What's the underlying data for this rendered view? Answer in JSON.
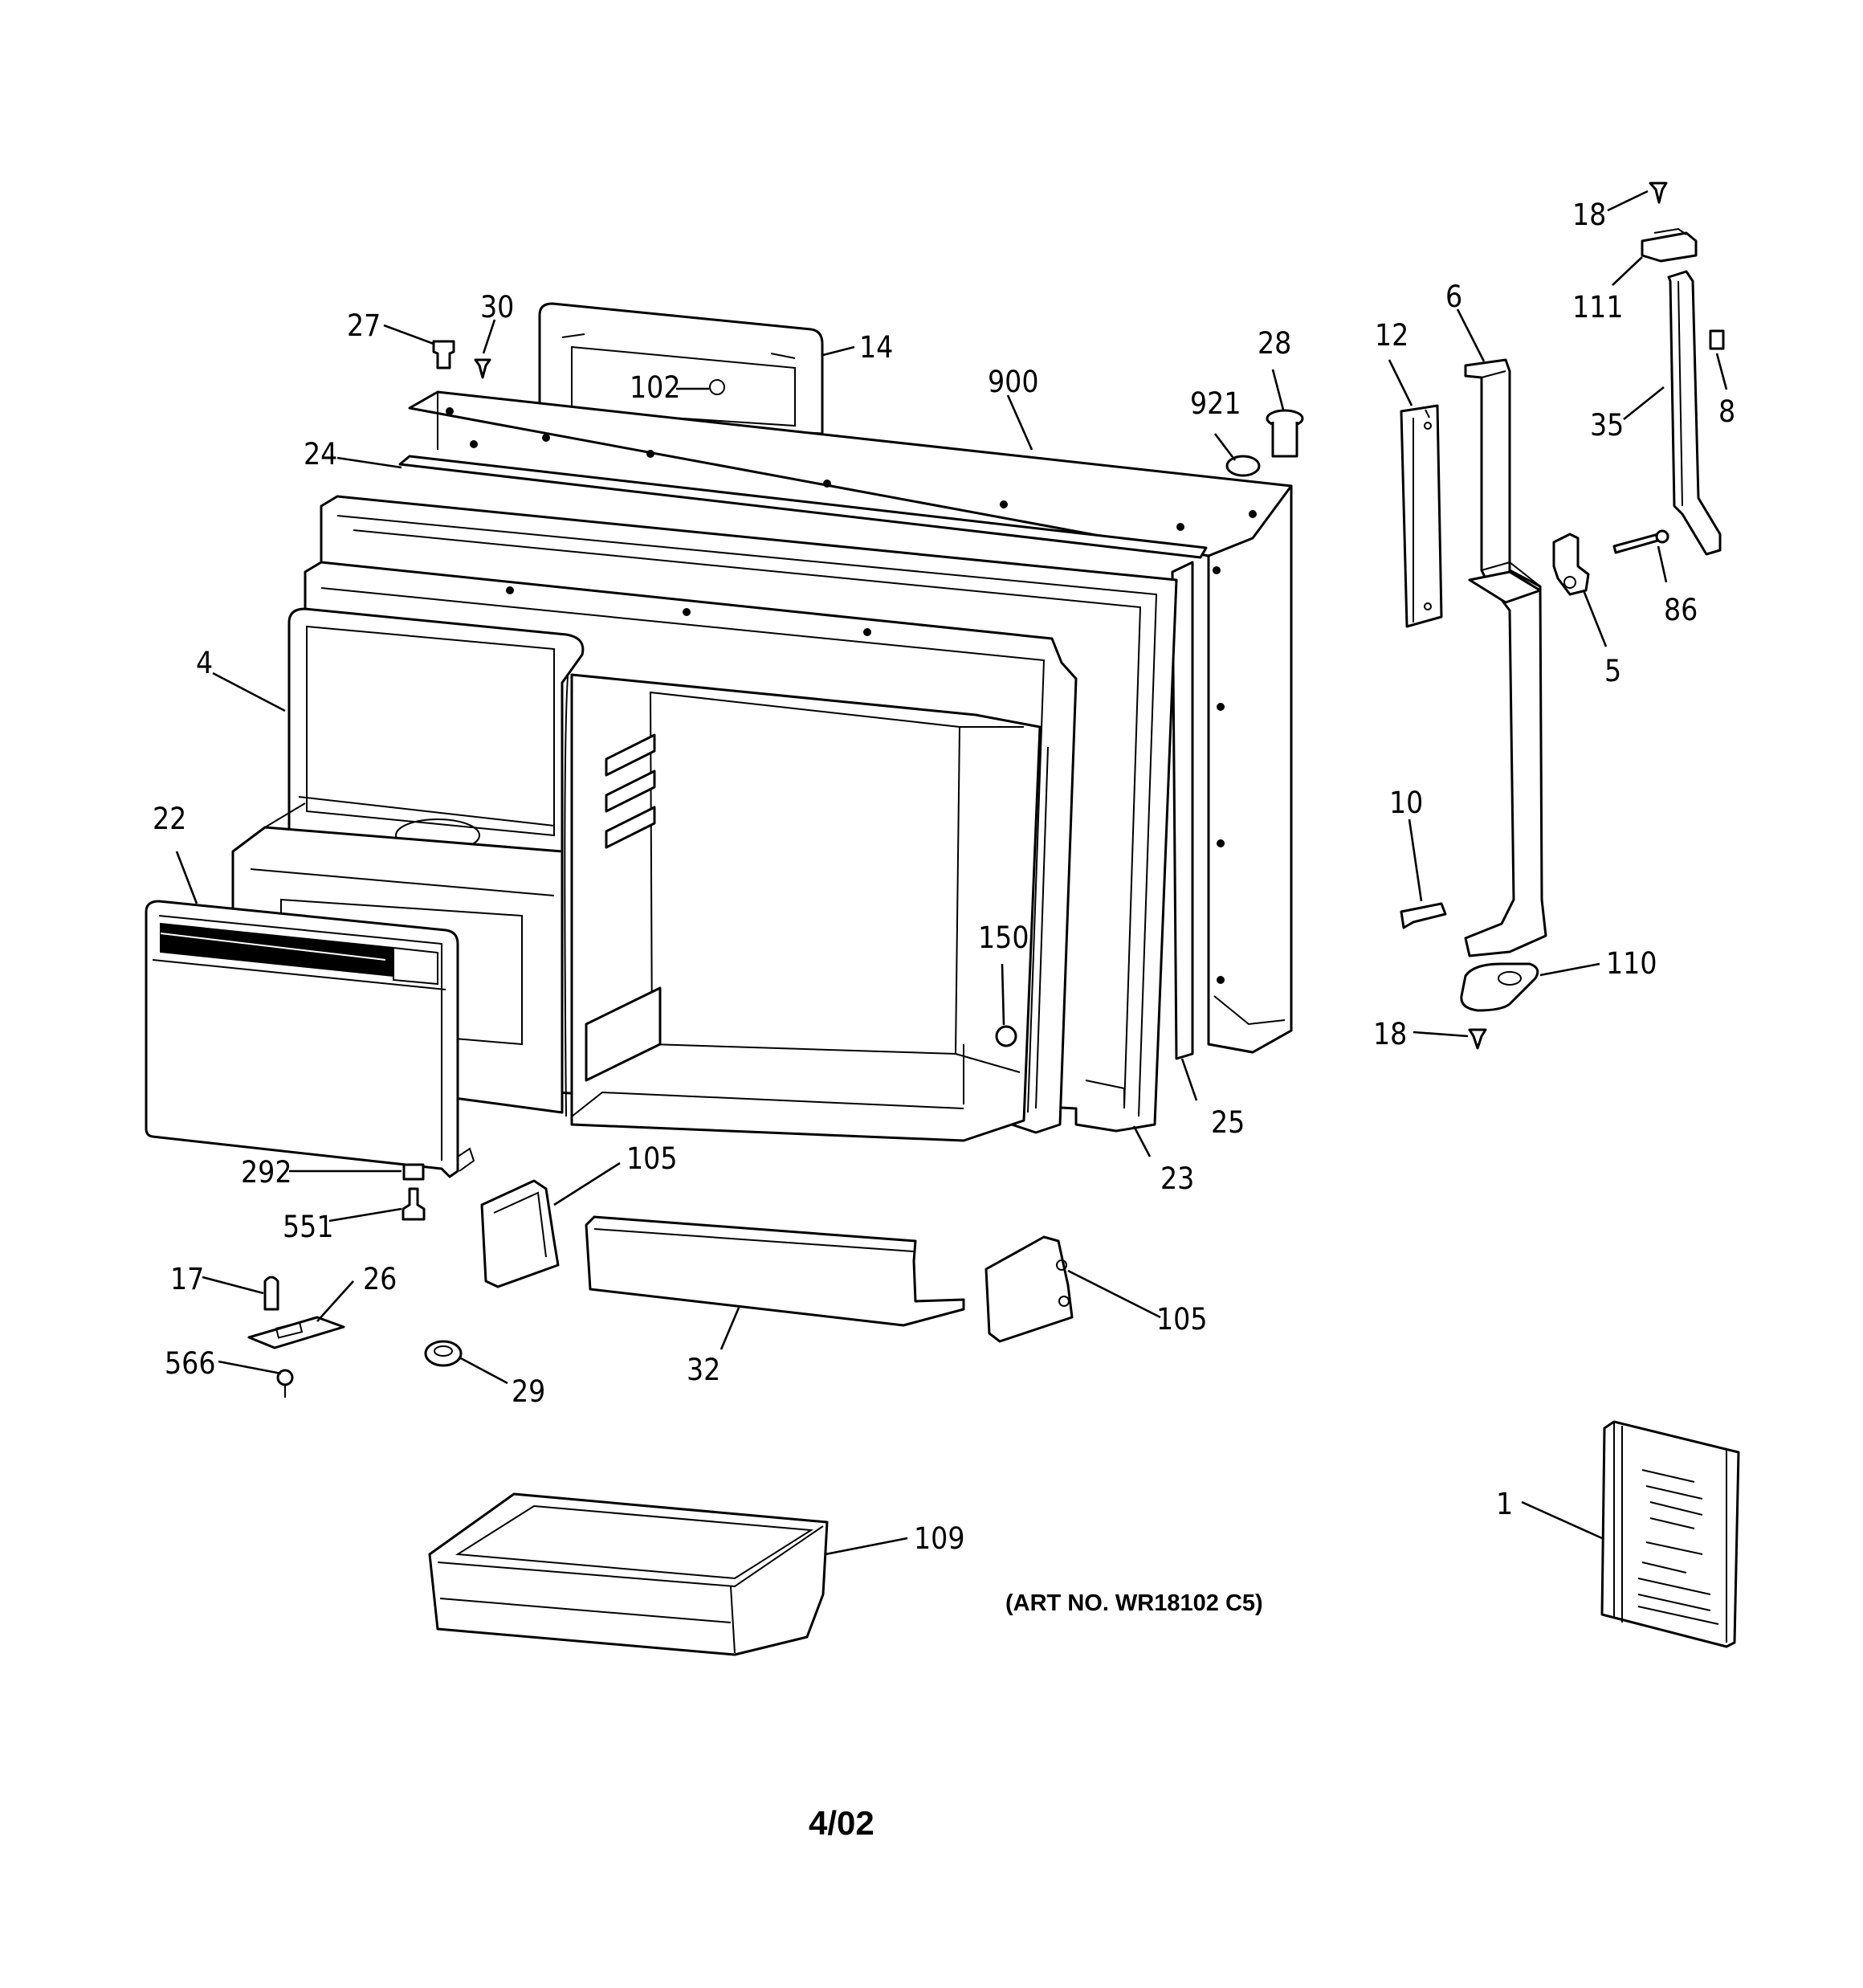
{
  "art_number": "(ART NO. WR18102 C5)",
  "revision_date": "4/02",
  "callouts": {
    "p1": "1",
    "p4": "4",
    "p5": "5",
    "p6": "6",
    "p8": "8",
    "p10": "10",
    "p12": "12",
    "p14": "14",
    "p17": "17",
    "p18_top": "18",
    "p18_mid": "18",
    "p22": "22",
    "p23": "23",
    "p24": "24",
    "p25": "25",
    "p26": "26",
    "p27": "27",
    "p28": "28",
    "p29": "29",
    "p30": "30",
    "p32": "32",
    "p35": "35",
    "p86": "86",
    "p102": "102",
    "p105_left": "105",
    "p105_right": "105",
    "p109": "109",
    "p110": "110",
    "p111": "111",
    "p150": "150",
    "p292": "292",
    "p551": "551",
    "p566": "566",
    "p900": "900",
    "p921": "921"
  }
}
